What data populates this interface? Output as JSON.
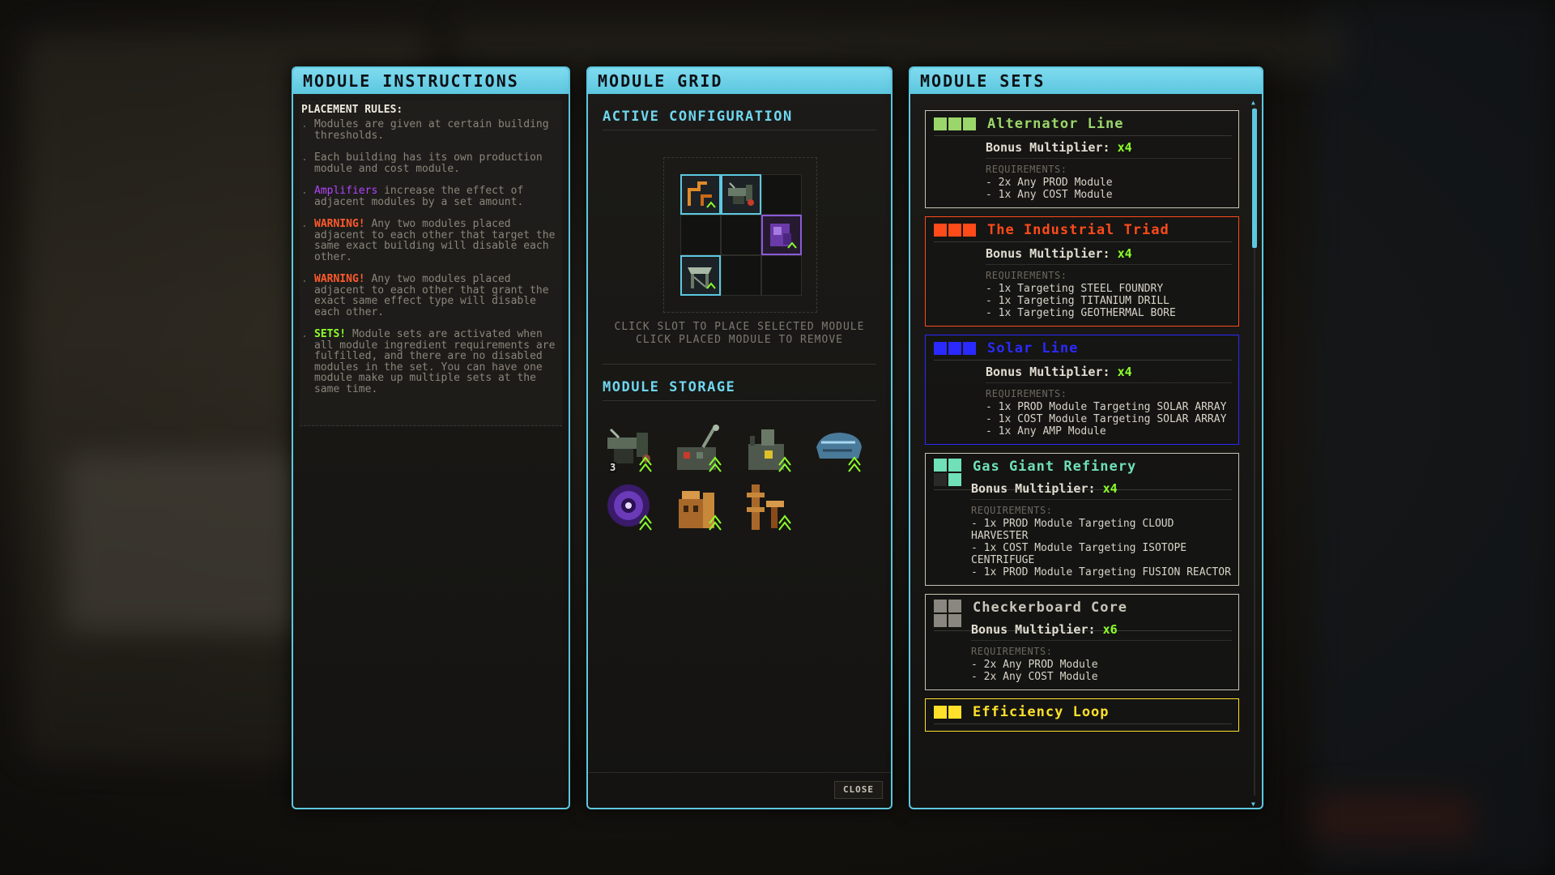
{
  "panels": {
    "instructions": {
      "title": "MODULE INSTRUCTIONS",
      "section_title": "PLACEMENT RULES:",
      "rules": [
        {
          "prefix": "",
          "text": "Modules are given at certain building thresholds."
        },
        {
          "prefix": "",
          "text": "Each building has its own production module and cost module."
        },
        {
          "prefix": "Amplifiers",
          "text": " increase the effect of adjacent modules by a set amount."
        },
        {
          "prefix": "WARNING!",
          "text": " Any two modules placed adjacent to each other that target the same exact building will disable each other."
        },
        {
          "prefix": "WARNING!",
          "text": " Any two modules placed adjacent to each other that grant the exact same effect type will disable each other."
        },
        {
          "prefix": "SETS!",
          "text": " Module sets are activated when all module ingredient requirements are fulfilled, and there are no disabled modules in the set. You can have one module make up multiple sets at the same time."
        }
      ]
    },
    "grid": {
      "title": "MODULE GRID",
      "active_title": "ACTIVE CONFIGURATION",
      "hint_place": "CLICK SLOT TO PLACE SELECTED MODULE",
      "hint_remove": "CLICK PLACED MODULE TO REMOVE",
      "storage_title": "MODULE STORAGE",
      "storage_count": "3",
      "close_label": "CLOSE"
    },
    "sets": {
      "title": "MODULE SETS",
      "bonus_label": "Bonus Multiplier:",
      "req_label": "REQUIREMENTS:",
      "items": [
        {
          "name": "Alternator Line",
          "multiplier": "x4",
          "color": "#9bd66a",
          "reqs": [
            "- 2x Any PROD Module",
            "- 1x Any COST Module"
          ]
        },
        {
          "name": "The Industrial Triad",
          "multiplier": "x4",
          "color": "#ff4a1a",
          "reqs": [
            "- 1x Targeting STEEL FOUNDRY",
            "- 1x Targeting TITANIUM DRILL",
            "- 1x Targeting GEOTHERMAL BORE"
          ]
        },
        {
          "name": "Solar Line",
          "multiplier": "x4",
          "color": "#2a2aff",
          "reqs": [
            "- 1x PROD Module Targeting SOLAR ARRAY",
            "- 1x COST Module Targeting SOLAR ARRAY",
            "- 1x Any AMP Module"
          ]
        },
        {
          "name": "Gas Giant Refinery",
          "multiplier": "x4",
          "color": "#6fe0b8",
          "reqs": [
            "- 1x PROD Module Targeting CLOUD HARVESTER",
            "- 1x COST Module Targeting ISOTOPE CENTRIFUGE",
            "- 1x PROD Module Targeting FUSION REACTOR"
          ]
        },
        {
          "name": "Checkerboard Core",
          "multiplier": "x6",
          "color": "#c8c4b8",
          "reqs": [
            "- 2x Any PROD Module",
            "- 2x Any COST Module"
          ]
        },
        {
          "name": "Efficiency Loop",
          "multiplier": "",
          "color": "#ffe02a",
          "reqs": []
        }
      ]
    }
  }
}
